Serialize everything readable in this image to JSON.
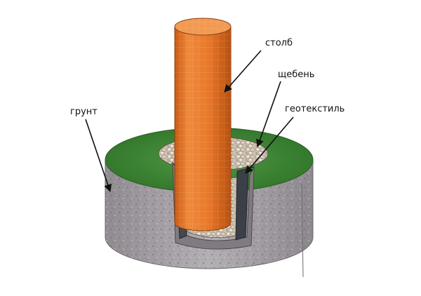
{
  "labels": {
    "post": "столб",
    "gravel": "щебень",
    "geotextile": "геотекстиль",
    "soil": "грунт"
  },
  "colors": {
    "post": "#e8782a",
    "grass": "#3f8a35",
    "soil": "#a7a3a8",
    "gravel": "#d9cdbd",
    "geotextile": "#3b3f47"
  }
}
